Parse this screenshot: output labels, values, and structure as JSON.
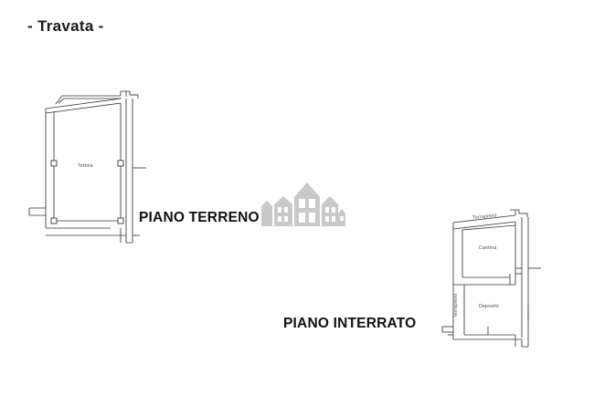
{
  "document": {
    "title": "- Travata -",
    "background_color": "#fefefe",
    "line_color": "#3a3a3a",
    "watermark_color": "#c9c9c9"
  },
  "floors": [
    {
      "id": "ground",
      "caption": "PIANO TERRENO",
      "rooms": [
        {
          "name": "Tettoia",
          "orientation": "horizontal"
        }
      ]
    },
    {
      "id": "basement",
      "caption": "PIANO INTERRATO",
      "rooms": [
        {
          "name": "Terrapieno",
          "orientation": "tilted"
        },
        {
          "name": "Cantina",
          "orientation": "horizontal"
        },
        {
          "name": "Terrapieno",
          "orientation": "vertical"
        },
        {
          "name": "Deposito",
          "orientation": "horizontal"
        }
      ]
    }
  ],
  "watermark": {
    "icon": "houses-skyline-icon",
    "house_count": 5
  }
}
